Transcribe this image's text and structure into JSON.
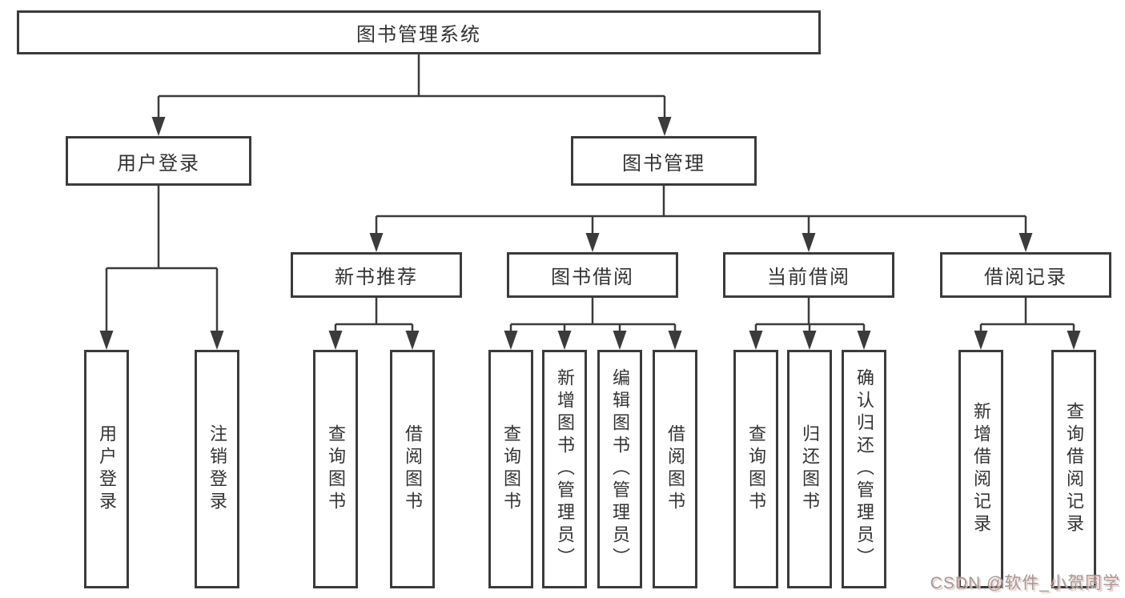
{
  "diagram": {
    "root_label": "图书管理系统",
    "level2": [
      {
        "label": "用户登录"
      },
      {
        "label": "图书管理"
      }
    ],
    "level3": [
      {
        "label": "新书推荐"
      },
      {
        "label": "图书借阅"
      },
      {
        "label": "当前借阅"
      },
      {
        "label": "借阅记录"
      }
    ],
    "leaves": {
      "user_login": [
        "用户登录",
        "注销登录"
      ],
      "new_book": [
        "查询图书",
        "借阅图书"
      ],
      "book_borrow": [
        "查询图书",
        "新增图书（管理员）",
        "编辑图书（管理员）",
        "借阅图书"
      ],
      "current_borrow": [
        "查询图书",
        "归还图书",
        "确认归还（管理员）"
      ],
      "borrow_record": [
        "新增借阅记录",
        "查询借阅记录"
      ]
    }
  },
  "watermark": {
    "text": "CSDN @软件_小贺同学"
  },
  "colors": {
    "line": "#3b3b3b",
    "text": "#333333",
    "background": "#ffffff",
    "watermark_text": "#9c9c9c",
    "watermark_shadow": "#f2c4bf"
  }
}
